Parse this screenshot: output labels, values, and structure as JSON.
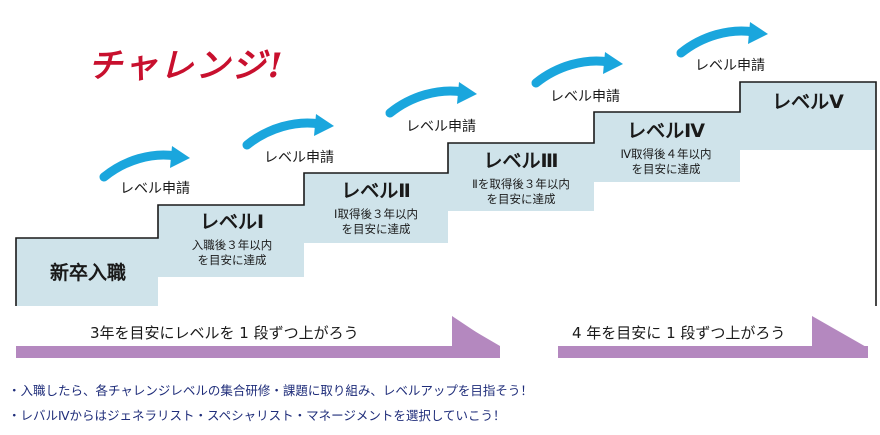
{
  "headline": "チャレンジ!",
  "apply_label": "レベル申請",
  "levels": [
    {
      "title": "新卒入職",
      "note_line1": "",
      "note_line2": ""
    },
    {
      "title": "レベルⅠ",
      "note_line1": "入職後３年以内",
      "note_line2": "を目安に達成"
    },
    {
      "title": "レベルⅡ",
      "note_line1": "Ⅰ取得後３年以内",
      "note_line2": "を目安に達成"
    },
    {
      "title": "レベルⅢ",
      "note_line1": "Ⅱを取得後３年以内",
      "note_line2": "を目安に達成"
    },
    {
      "title": "レベルⅣ",
      "note_line1": "Ⅳ取得後４年以内",
      "note_line2": "を目安に達成"
    },
    {
      "title": "レベルⅤ",
      "note_line1": "",
      "note_line2": ""
    }
  ],
  "bands": [
    {
      "text": "3年を目安にレベルを 1 段ずつ上がろう"
    },
    {
      "text": "4 年を目安に 1 段ずつ上がろう"
    }
  ],
  "bullets": [
    "・入職したら、各チャレンジレベルの集合研修・課題に取り組み、レベルアップを目指そう！",
    "・レバルⅣからはジェネラリスト・スペシャリスト・マネージメントを選択していこう！"
  ],
  "colors": {
    "step_fill": "#cfe3ea",
    "step_outline": "#1a1a1a",
    "arrow": "#1aa6dd",
    "band": "#b488bf",
    "headline": "#c8102e",
    "bullet_text": "#1f2d7a"
  }
}
